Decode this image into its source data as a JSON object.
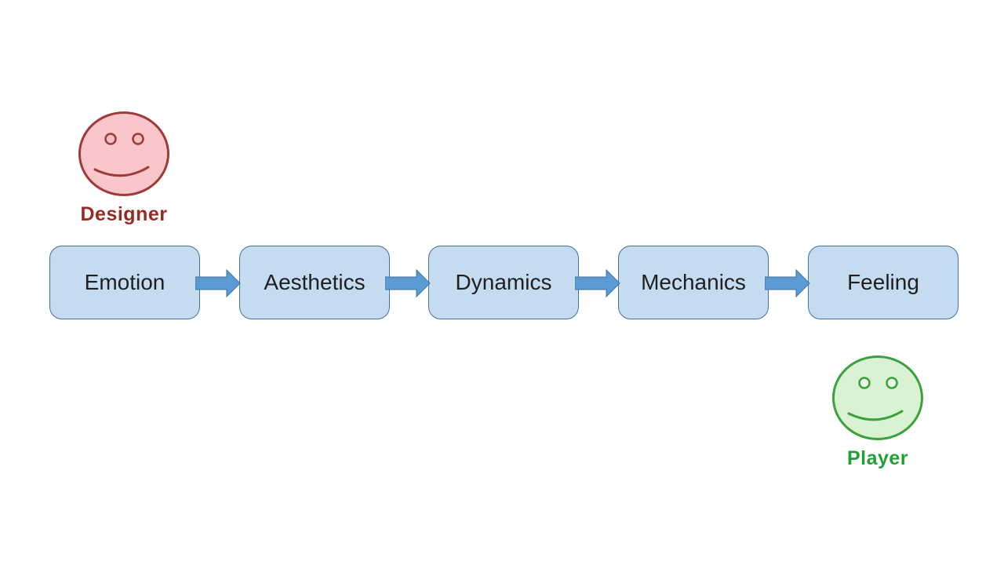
{
  "page": {
    "background": "#ffffff"
  },
  "colors": {
    "box_fill": "#c5dcf0",
    "box_border": "#41719c",
    "box_text": "#1f1f1f",
    "arrow_fill": "#5b9bd5",
    "arrow_border": "#41719c",
    "designer_fill": "#f9c7cb",
    "designer_stroke": "#9e3a38",
    "designer_eye_fill": "#eec2c5",
    "designer_label": "#952b21",
    "player_fill": "#d9f2d4",
    "player_stroke": "#3aa13c",
    "player_eye_fill": "#eaf8e6",
    "player_label": "#21a038"
  },
  "flow": {
    "boxes": [
      {
        "label": "Emotion"
      },
      {
        "label": "Aesthetics"
      },
      {
        "label": "Dynamics"
      },
      {
        "label": "Mechanics"
      },
      {
        "label": "Feeling"
      }
    ]
  },
  "actors": {
    "designer": {
      "label": "Designer"
    },
    "player": {
      "label": "Player"
    }
  }
}
